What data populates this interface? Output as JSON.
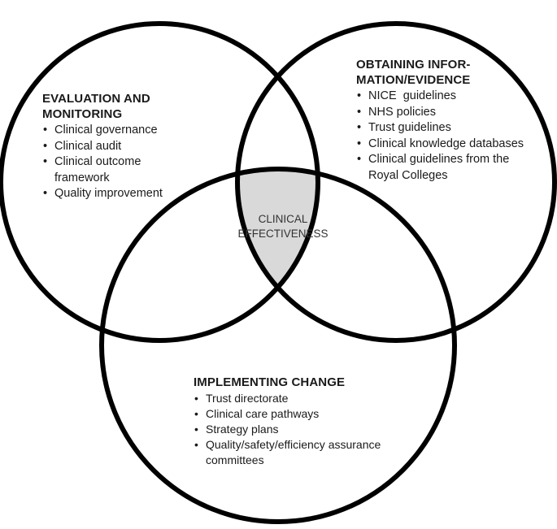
{
  "colors": {
    "stroke": "#000000",
    "center_fill": "#d9d9d9",
    "background": "#ffffff"
  },
  "center": {
    "line1": "CLINICAL",
    "line2": "EFFECTIVENESS"
  },
  "circles": {
    "left": {
      "title": [
        "EVALUATION AND",
        "MONITORING"
      ],
      "items": [
        [
          "Clinical governance"
        ],
        [
          "Clinical audit"
        ],
        [
          "Clinical outcome",
          "framework"
        ],
        [
          "Quality improvement"
        ]
      ]
    },
    "right": {
      "title": [
        "OBTAINING INFOR-",
        "MATION/EVIDENCE"
      ],
      "items": [
        [
          "NICE  guidelines"
        ],
        [
          "NHS policies"
        ],
        [
          "Trust guidelines"
        ],
        [
          "Clinical knowledge databases"
        ],
        [
          "Clinical guidelines from the",
          "Royal Colleges"
        ]
      ]
    },
    "bottom": {
      "title": [
        "IMPLEMENTING CHANGE"
      ],
      "items": [
        [
          "Trust directorate"
        ],
        [
          "Clinical care pathways"
        ],
        [
          "Strategy plans"
        ],
        [
          "Quality/safety/efficiency assurance",
          "committees"
        ]
      ]
    }
  }
}
